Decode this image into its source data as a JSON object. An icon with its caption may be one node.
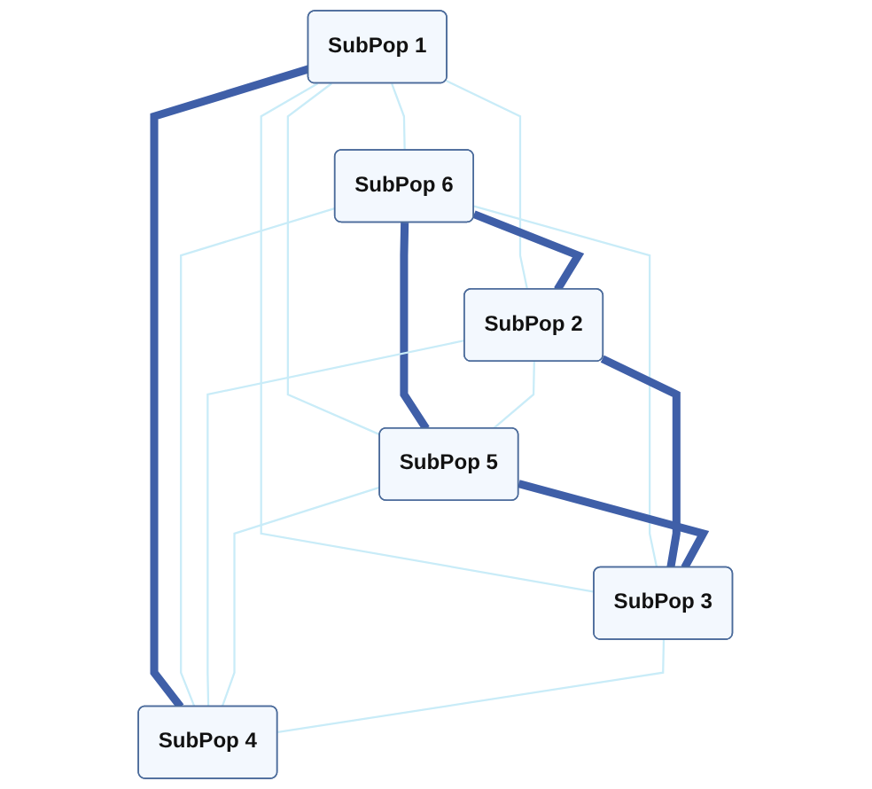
{
  "diagram": {
    "nodes": [
      {
        "text": [
          "SubPop 1"
        ]
      },
      {
        "text": [
          "SubPop 6"
        ]
      },
      {
        "text": [
          "SubPop 2"
        ]
      },
      {
        "text": [
          "SubPop 5"
        ]
      },
      {
        "text": [
          "SubPop 3"
        ]
      },
      {
        "text": [
          "SubPop 4"
        ]
      }
    ],
    "edges": [
      {
        "from": 0,
        "to": 1,
        "arrow": "none"
      },
      {
        "from": 0,
        "to": 2,
        "arrow": "none"
      },
      {
        "from": 0,
        "to": 3,
        "arrow": "none"
      },
      {
        "from": 0,
        "to": 4,
        "arrow": "none"
      },
      {
        "from": 0,
        "to": 5,
        "arrow": "none",
        "style": "thick",
        "color": "#3f5fa8"
      },
      {
        "from": 1,
        "to": 2,
        "arrow": "none",
        "style": "thick",
        "color": "#3f5fa8"
      },
      {
        "from": 1,
        "to": 3,
        "arrow": "none",
        "style": "thick",
        "color": "#3f5fa8"
      },
      {
        "from": 1,
        "to": 4,
        "arrow": "none"
      },
      {
        "from": 1,
        "to": 5,
        "arrow": "none"
      },
      {
        "from": 2,
        "to": 3,
        "arrow": "none"
      },
      {
        "from": 2,
        "to": 4,
        "arrow": "none",
        "style": "thick",
        "color": "#3f5fa8"
      },
      {
        "from": 2,
        "to": 5,
        "arrow": "none"
      },
      {
        "from": 3,
        "to": 4,
        "arrow": "none",
        "style": "thick",
        "color": "#3f5fa8"
      },
      {
        "from": 3,
        "to": 5,
        "arrow": "none"
      },
      {
        "from": 4,
        "to": 5,
        "arrow": "none"
      }
    ]
  }
}
